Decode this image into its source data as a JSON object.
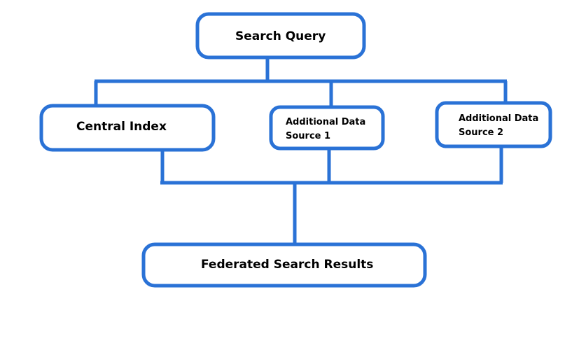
{
  "diagram": {
    "stroke_color": "#2a72d6",
    "text_color": "#000000",
    "nodes": {
      "search_query": "Search Query",
      "central_index": "Central Index",
      "source1_line1": "Additional Data",
      "source1_line2": "Source 1",
      "source2_line1": "Additional Data",
      "source2_line2": "Source 2",
      "results": "Federated Search Results"
    }
  }
}
